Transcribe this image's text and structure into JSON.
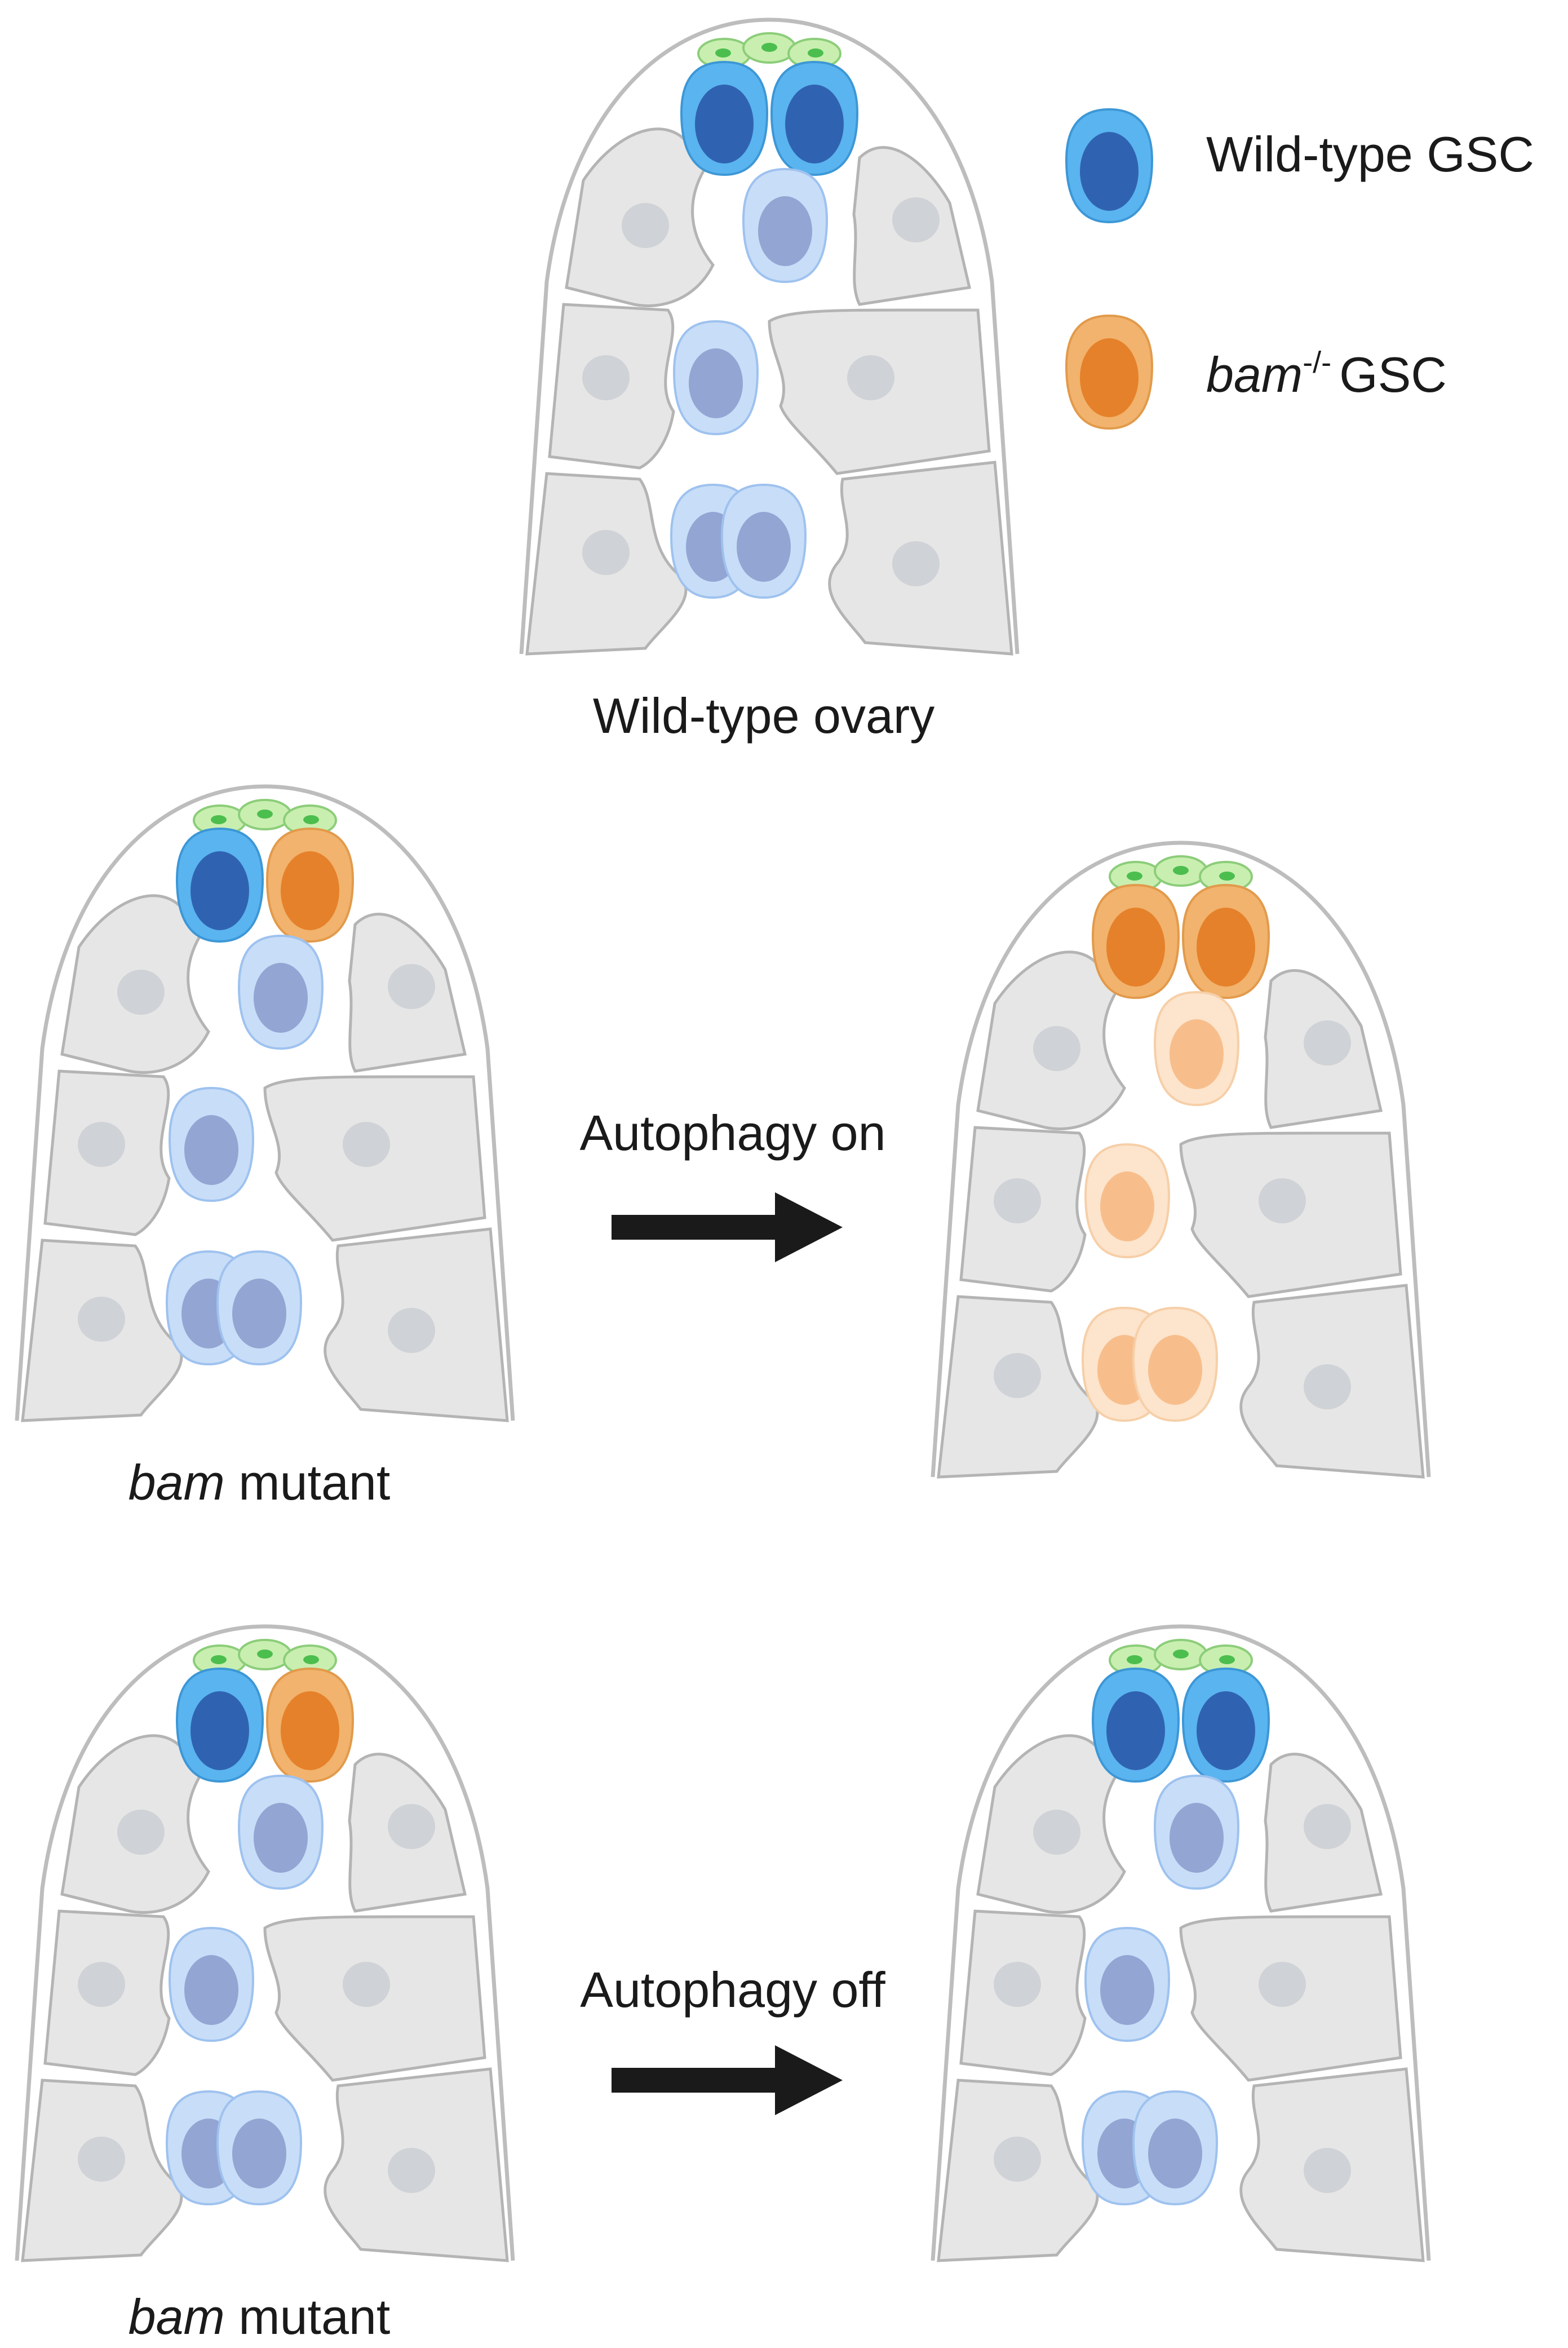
{
  "legend": {
    "wild_type": {
      "label": "Wild-type GSC"
    },
    "bam": {
      "gene": "bam",
      "superscript": "-/-",
      "label": "GSC"
    }
  },
  "panels": {
    "wild_type_ovary": {
      "caption": "Wild-type ovary"
    },
    "bam_on_left": {
      "caption_italic": "bam",
      "caption_rest": " mutant"
    },
    "bam_off_left": {
      "caption_italic": "bam",
      "caption_rest": " mutant"
    }
  },
  "arrows": {
    "on": {
      "label": "Autophagy on"
    },
    "off": {
      "label": "Autophagy off"
    }
  },
  "colors": {
    "wt_cell": "#5ab4ef",
    "wt_nucleus": "#2f63b1",
    "bam_cell": "#f1b36d",
    "bam_nucleus": "#e5812a",
    "daughter_wt_cell": "#c8ddf7",
    "daughter_wt_nucleus": "#93a5d3",
    "daughter_bam_cell": "#fde4cc",
    "daughter_bam_nucleus": "#f7be8c",
    "somatic": "#e6e6e6",
    "somatic_nucleus": "#cfd2d6",
    "niche": "#c9efb0",
    "niche_nucleus": "#4cbe4e",
    "arrow": "#1a1a1a"
  }
}
